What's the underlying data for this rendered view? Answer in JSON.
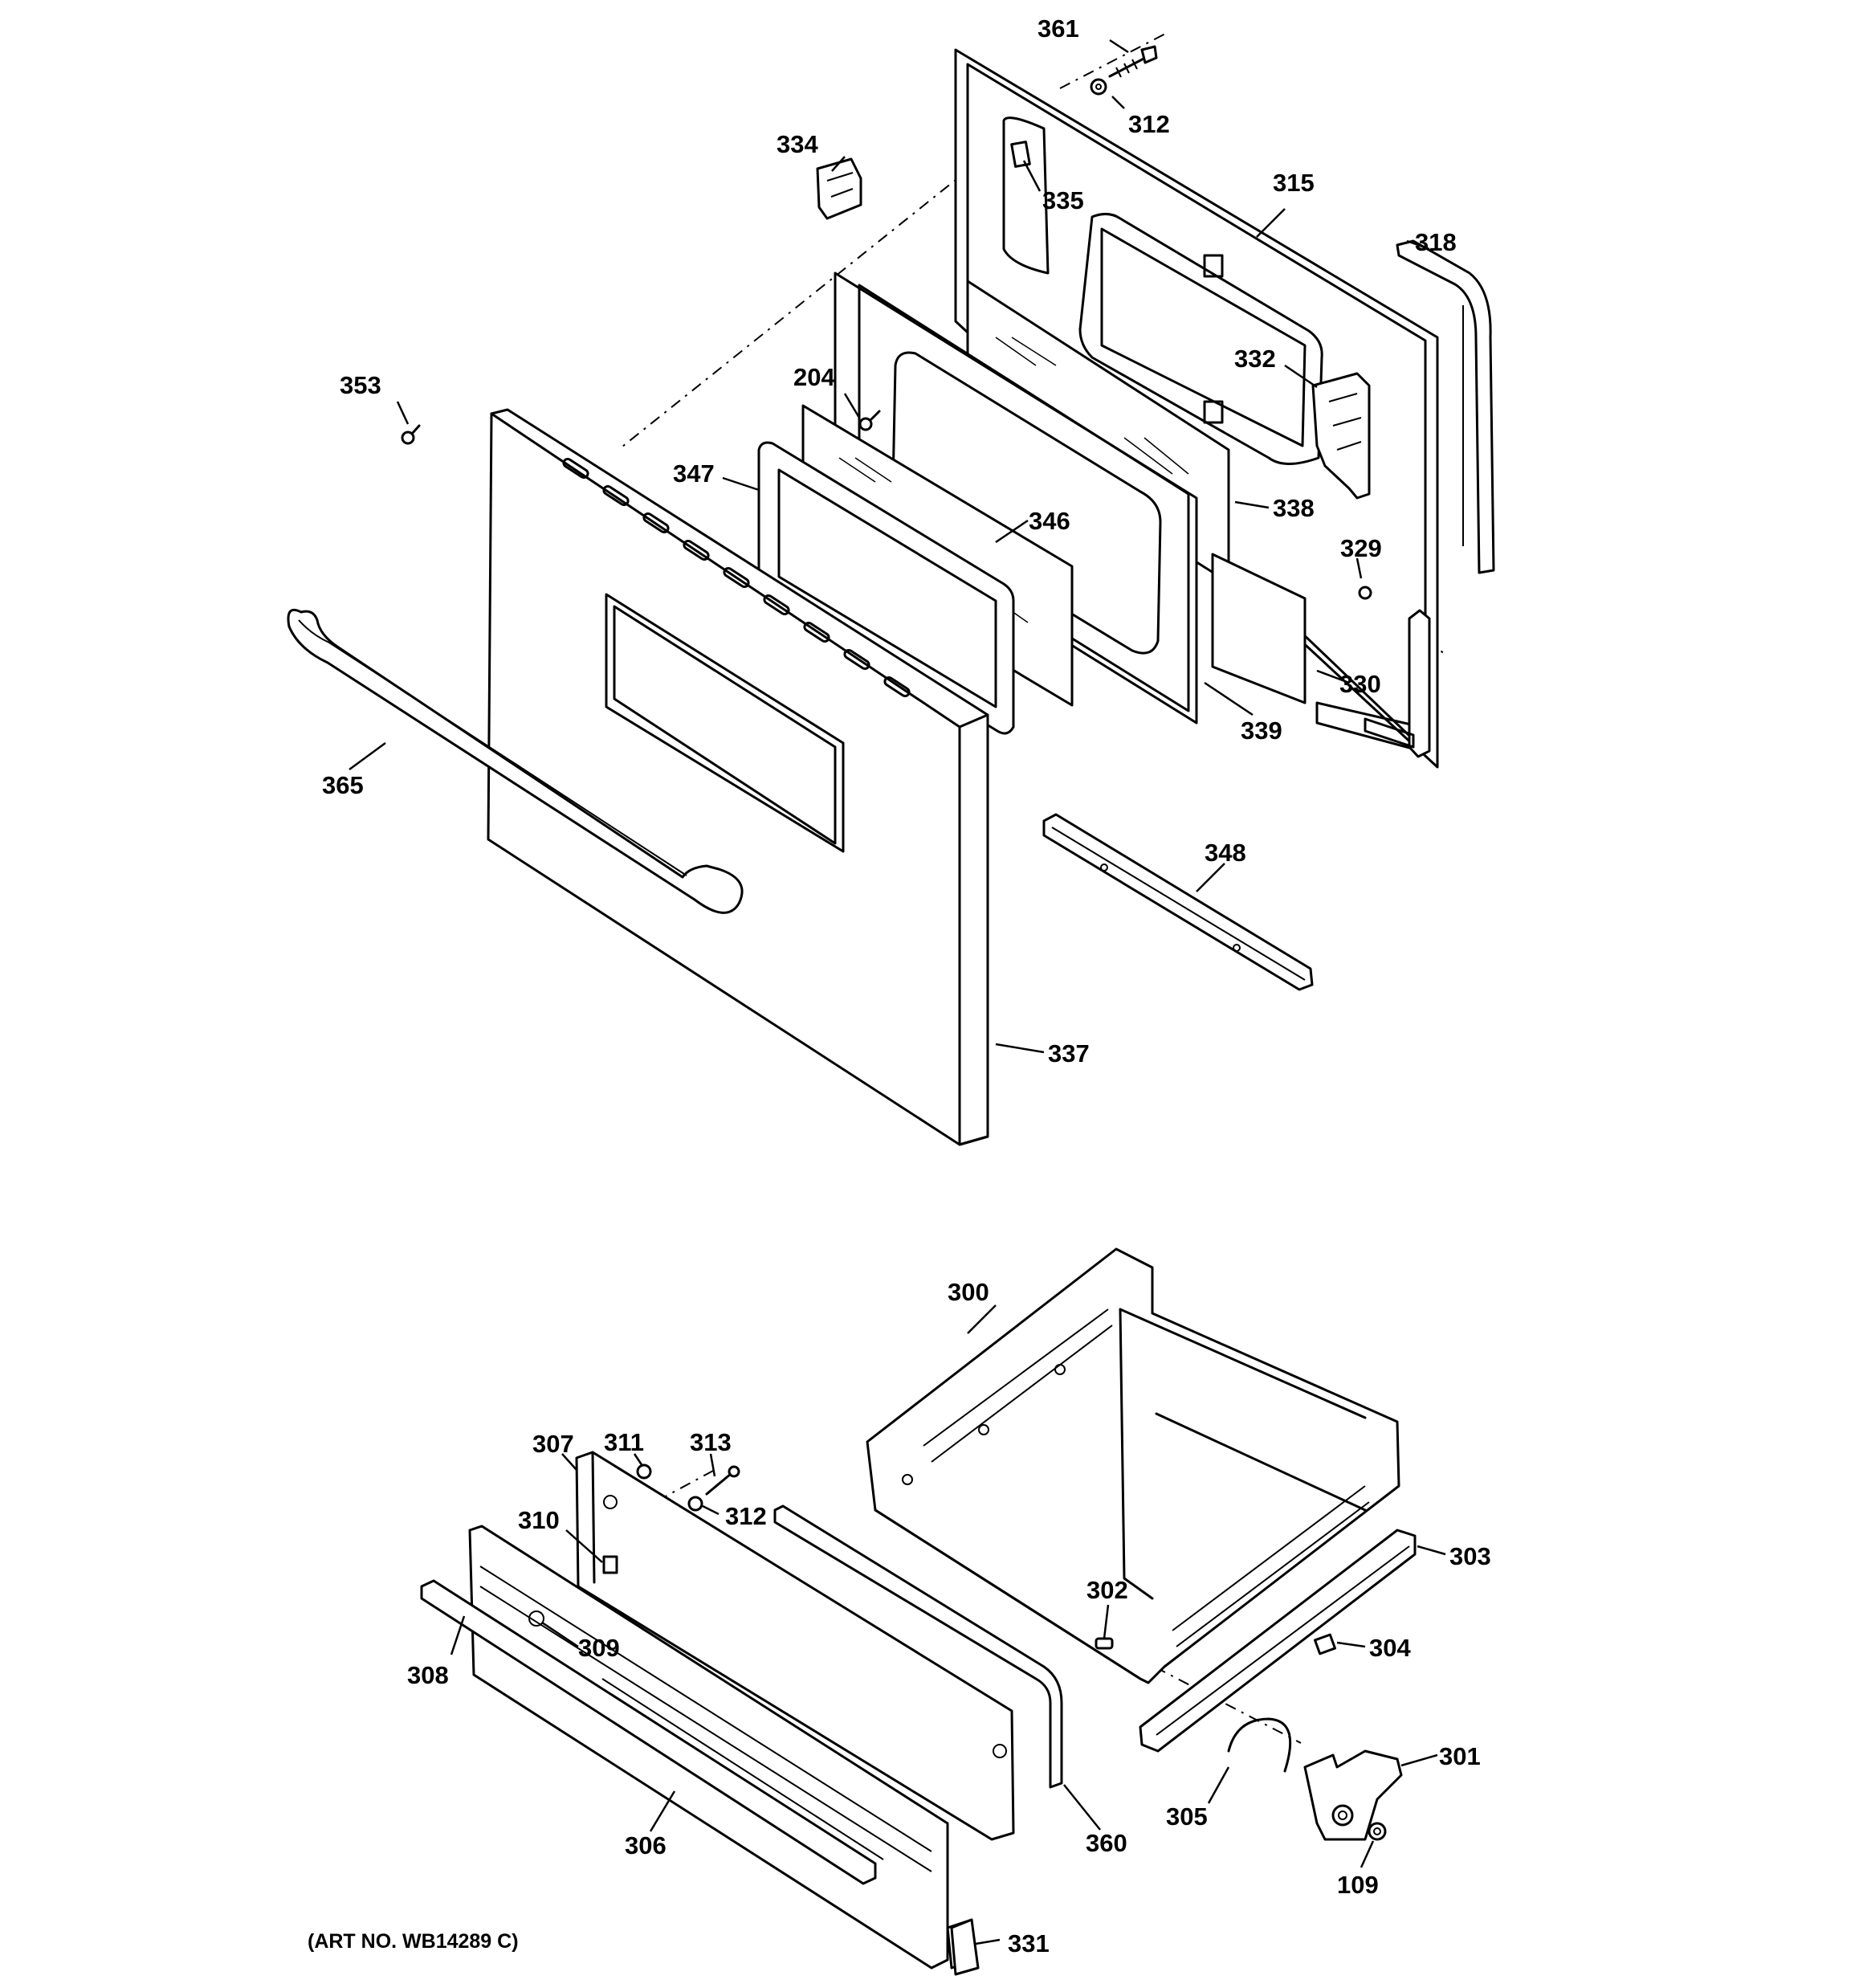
{
  "diagram": {
    "callouts": {
      "c361": "361",
      "c312a": "312",
      "c334": "334",
      "c335": "335",
      "c315": "315",
      "c318": "318",
      "c353": "353",
      "c204": "204",
      "c332": "332",
      "c347": "347",
      "c346": "346",
      "c338": "338",
      "c329": "329",
      "c330": "330",
      "c339": "339",
      "c365": "365",
      "c348": "348",
      "c337": "337",
      "c300": "300",
      "c307": "307",
      "c311": "311",
      "c313": "313",
      "c312b": "312",
      "c310": "310",
      "c303": "303",
      "c302": "302",
      "c304": "304",
      "c309": "309",
      "c308": "308",
      "c301": "301",
      "c305": "305",
      "c360": "360",
      "c306": "306",
      "c109": "109",
      "c331": "331"
    },
    "art_number": "(ART NO. WB14289 C)"
  }
}
